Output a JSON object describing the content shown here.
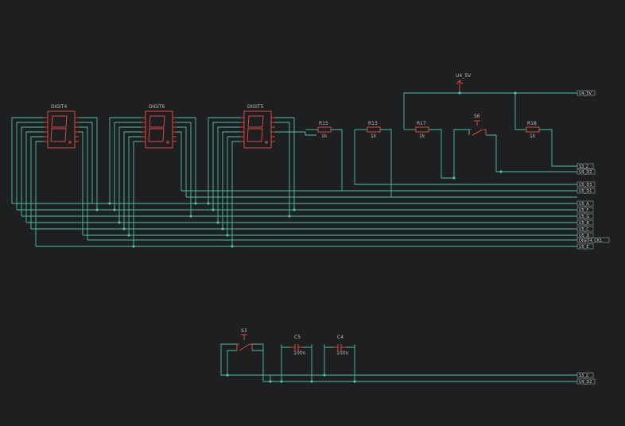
{
  "colors": {
    "background": "#1e1f20",
    "wire": "#4fbfa6",
    "component": "#d9483f",
    "label": "#b9bcbe"
  },
  "power": {
    "label": "U4_5V"
  },
  "digits": [
    {
      "label": "DIGIT4"
    },
    {
      "label": "DIGIT6"
    },
    {
      "label": "DIGIT5"
    }
  ],
  "resistors": [
    {
      "ref": "R15",
      "value": "1k"
    },
    {
      "ref": "R13",
      "value": "1k"
    },
    {
      "ref": "R17",
      "value": "1k"
    },
    {
      "ref": "R18",
      "value": "1k"
    }
  ],
  "switches": [
    {
      "ref": "S6"
    },
    {
      "ref": "S3"
    }
  ],
  "capacitors": [
    {
      "ref": "C5",
      "value": "100n"
    },
    {
      "ref": "C4",
      "value": "100n"
    }
  ],
  "netlabels_top": [
    "U4_5V"
  ],
  "netlabels_mid": [
    "S3_2",
    "U4_D2"
  ],
  "netlabels_data": [
    "U5_D3",
    "U5_D1",
    "U5_A",
    "U5_F",
    "U5_G",
    "U5_B",
    "U5_C",
    "U5_D",
    "DIGIT4_CK1",
    "U5_E"
  ],
  "netlabels_bottom": [
    "S3_2",
    "U4_D2"
  ]
}
